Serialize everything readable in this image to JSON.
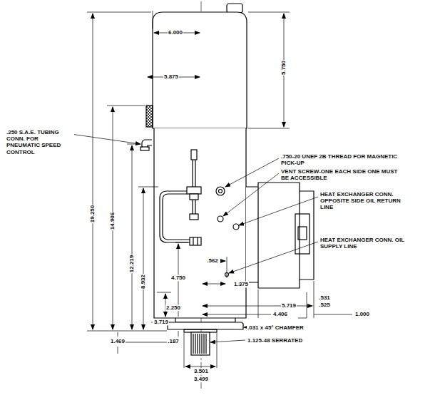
{
  "diagram": {
    "labels": [
      "6.000",
      "5.750",
      "5.875",
      ".250 S.A.E. TUBING CONN. FOR PNEUMATIC SPEED CONTROL",
      ".750-20 UNEF 2B THREAD FOR MAGNETIC PICK-UP",
      "VENT SCREW-ONE EACH SIDE ONE MUST BE ACCESSIBLE",
      "HEAT EXCHANGER CONN. OPPOSITE SIDE OIL RETURN LINE",
      "HEAT EXCHANGER CONN. OIL SUPPLY LINE",
      "19.250",
      "14.906",
      "12.219",
      "8.932",
      "4.750",
      ".562",
      "1.375",
      ".531",
      ".525",
      "1.000",
      "5.719",
      "4.406",
      "2.250",
      "3.719",
      "1.469",
      ".187",
      ".031 x 45° CHAMFER",
      "1.125-48 SERRATED",
      "3.501",
      "3.499"
    ]
  }
}
